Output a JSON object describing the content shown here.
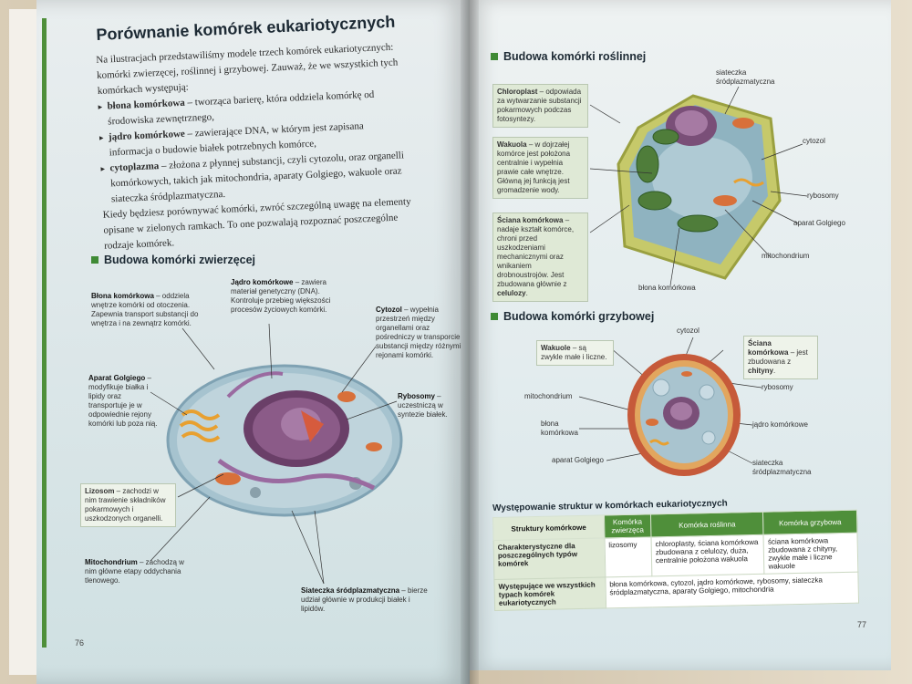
{
  "left_page": {
    "heading": "Porównanie komórek eukariotycznych",
    "intro": "Na ilustracjach przedstawiliśmy modele trzech komórek eukariotycznych: komórki zwierzęcej, roślinnej i grzybowej. Zauważ, że we wszystkich tych komórkach występują:",
    "bullets": [
      {
        "term": "błona komórkowa",
        "text": " – tworząca barierę, która oddziela komórkę od środowiska zewnętrznego,"
      },
      {
        "term": "jądro komórkowe",
        "text": " – zawierające DNA, w którym jest zapisana informacja o budowie białek potrzebnych komórce,"
      },
      {
        "term": "cytoplazma",
        "text": " – złożona z płynnej substancji, czyli cytozolu, oraz organelli komórkowych, takich jak mitochondria, aparaty Golgiego, wakuole oraz siateczka śródplazmatyczna."
      }
    ],
    "outro": "Kiedy będziesz porównywać komórki, zwróć szczególną uwagę na elementy opisane w zielonych ramkach. To one pozwalają rozpoznać poszczególne rodzaje komórek.",
    "section_title": "Budowa komórki zwierzęcej",
    "labels": {
      "blona_term": "Błona komórkowa",
      "blona_text": " – oddziela wnętrze komórki od otoczenia. Zapewnia transport substancji do wnętrza i na zewnątrz komórki.",
      "jadro_term": "Jądro komórkowe",
      "jadro_text": " – zawiera materiał genetyczny (DNA). Kontroluje przebieg większości procesów życiowych komórki.",
      "cytozol_term": "Cytozol",
      "cytozol_text": " – wypełnia przestrzeń między organellami oraz pośredniczy w transporcie substancji między różnymi rejonami komórki.",
      "golgi_term": "Aparat Golgiego",
      "golgi_text": " – modyfikuje białka i lipidy oraz transportuje je w odpowiednie rejony komórki lub poza nią.",
      "ryb_term": "Rybosomy",
      "ryb_text": " – uczestniczą w syntezie białek.",
      "lizosom_term": "Lizosom",
      "lizosom_text": " – zachodzi w nim trawienie składników pokarmowych i uszkodzonych organelli.",
      "mito_term": "Mitochondrium",
      "mito_text": " – zachodzą w nim główne etapy oddychania tlenowego.",
      "sieci_term": "Siateczka śródplazmatyczna",
      "sieci_text": " – bierze udział głównie w produkcji białek i lipidów."
    },
    "page_number": "76"
  },
  "right_page": {
    "plant_title": "Budowa komórki roślinnej",
    "plant_boxes": {
      "chloro_term": "Chloroplast",
      "chloro_text": " – odpowiada za wytwarzanie substancji pokarmowych podczas fotosyntezy.",
      "wakuola_term": "Wakuola",
      "wakuola_text": " – w dojrzałej komórce jest położona centralnie i wypełnia prawie całe wnętrze. Główną jej funkcją jest gromadzenie wody.",
      "sciana_term": "Ściana komórkowa",
      "sciana_text": " – nadaje kształt komórce, chroni przed uszkodzeniami mechanicznymi oraz wnikaniem drobnoustrojów. Jest zbudowana głównie z ",
      "sciana_bold": "celulozy",
      "sciana_end": "."
    },
    "plant_labels": [
      "siateczka śródplazmatyczna",
      "cytozol",
      "rybosomy",
      "aparat Golgiego",
      "mitochondrium",
      "błona komórkowa"
    ],
    "fungus_title": "Budowa komórki grzybowej",
    "fungus_boxes": {
      "wak_term": "Wakuole",
      "wak_text": " – są zwykle małe i liczne.",
      "sc_term": "Ściana komórkowa",
      "sc_text": " – jest zbudowana z ",
      "sc_bold": "chityny",
      "sc_end": "."
    },
    "fungus_labels": [
      "cytozol",
      "rybosomy",
      "mitochondrium",
      "błona komórkowa",
      "jądro komórkowe",
      "aparat Golgiego",
      "siateczka śródplazmatyczna"
    ],
    "table": {
      "title": "Występowanie struktur w komórkach eukariotycznych",
      "headers": [
        "Struktury komórkowe",
        "Komórka zwierzęca",
        "Komórka roślinna",
        "Komórka grzybowa"
      ],
      "row1": [
        "Charakterystyczne dla poszczególnych typów komórek",
        "lizosomy",
        "chloroplasty, ściana komórkowa zbudowana z celulozy, duża, centralnie położona wakuola",
        "ściana komórkowa zbudowana z chityny, zwykle małe i liczne wakuole"
      ],
      "row2": [
        "Występujące we wszystkich typach komórek eukariotycznych",
        "błona komórkowa, cytozol, jądro komórkowe, rybosomy, siateczka śródplazmatyczna, aparaty Golgiego, mitochondria"
      ]
    },
    "page_number": "77"
  },
  "colors": {
    "accent_green": "#4f8f3a",
    "box_green": "#dfe9d6",
    "heading": "#1d2a34"
  }
}
